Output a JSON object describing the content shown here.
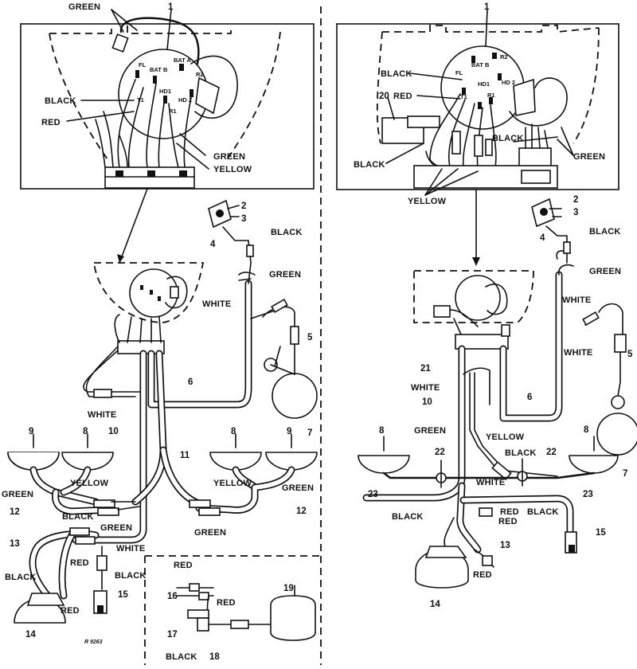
{
  "labels": {
    "green": "GREEN",
    "black": "BLACK",
    "red": "RED",
    "yellow": "YELLOW",
    "white": "WHITE"
  },
  "switch_terminals": {
    "bat_a": "BAT A",
    "bat_b": "BAT B",
    "fl": "FL",
    "r2": "R2",
    "hd1": "HD1",
    "hd2": "HD 2",
    "t1": "T1",
    "r1": "R1"
  },
  "callouts": [
    "1",
    "2",
    "3",
    "4",
    "5",
    "6",
    "7",
    "8",
    "9",
    "10",
    "11",
    "12",
    "13",
    "14",
    "15",
    "16",
    "17",
    "18",
    "19",
    "20",
    "21",
    "22",
    "23"
  ],
  "reference": "R 9263"
}
